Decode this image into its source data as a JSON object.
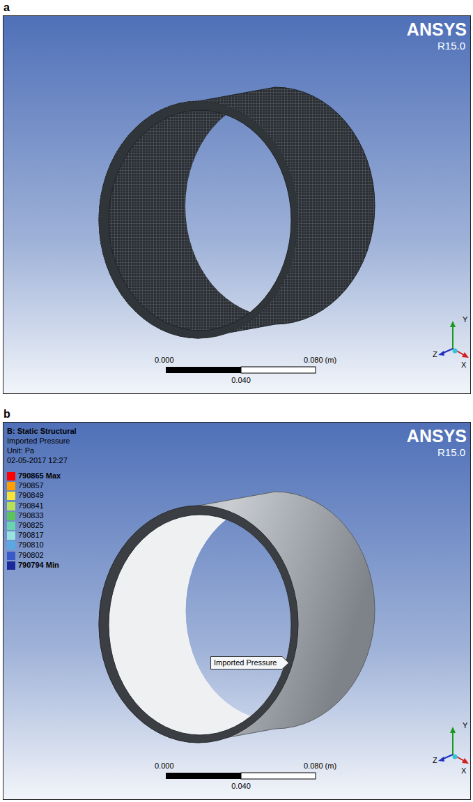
{
  "diagram": {
    "nodes": [
      {
        "text": [
          "Imported Pressure"
        ]
      }
    ],
    "labels": [
      "a",
      "ANSYS",
      "R15.0",
      "0.000",
      "0.080 (m)",
      "0.040",
      "Y",
      "Z",
      "X",
      "b",
      "B: Static Structural",
      "Imported Pressure",
      "Unit: Pa",
      "02-05-2017 12:27",
      "ANSYS",
      "R15.0",
      "0.000",
      "0.080 (m)",
      "0.040",
      "Y",
      "Z",
      "X"
    ],
    "legend": [
      {
        "text": "790865 Max",
        "color": "#ff0000"
      },
      {
        "text": "790857",
        "color": "#ffa000"
      },
      {
        "text": "790849",
        "color": "#f5e43a"
      },
      {
        "text": "790841",
        "color": "#b6e05a"
      },
      {
        "text": "790833",
        "color": "#5cc45c"
      },
      {
        "text": "790825",
        "color": "#6ad4b0"
      },
      {
        "text": "790817",
        "color": "#98e2e0"
      },
      {
        "text": "790810",
        "color": "#5aa8e4"
      },
      {
        "text": "790802",
        "color": "#3a5ac8"
      },
      {
        "text": "790794 Min",
        "color": "#1a2a9a"
      }
    ]
  }
}
